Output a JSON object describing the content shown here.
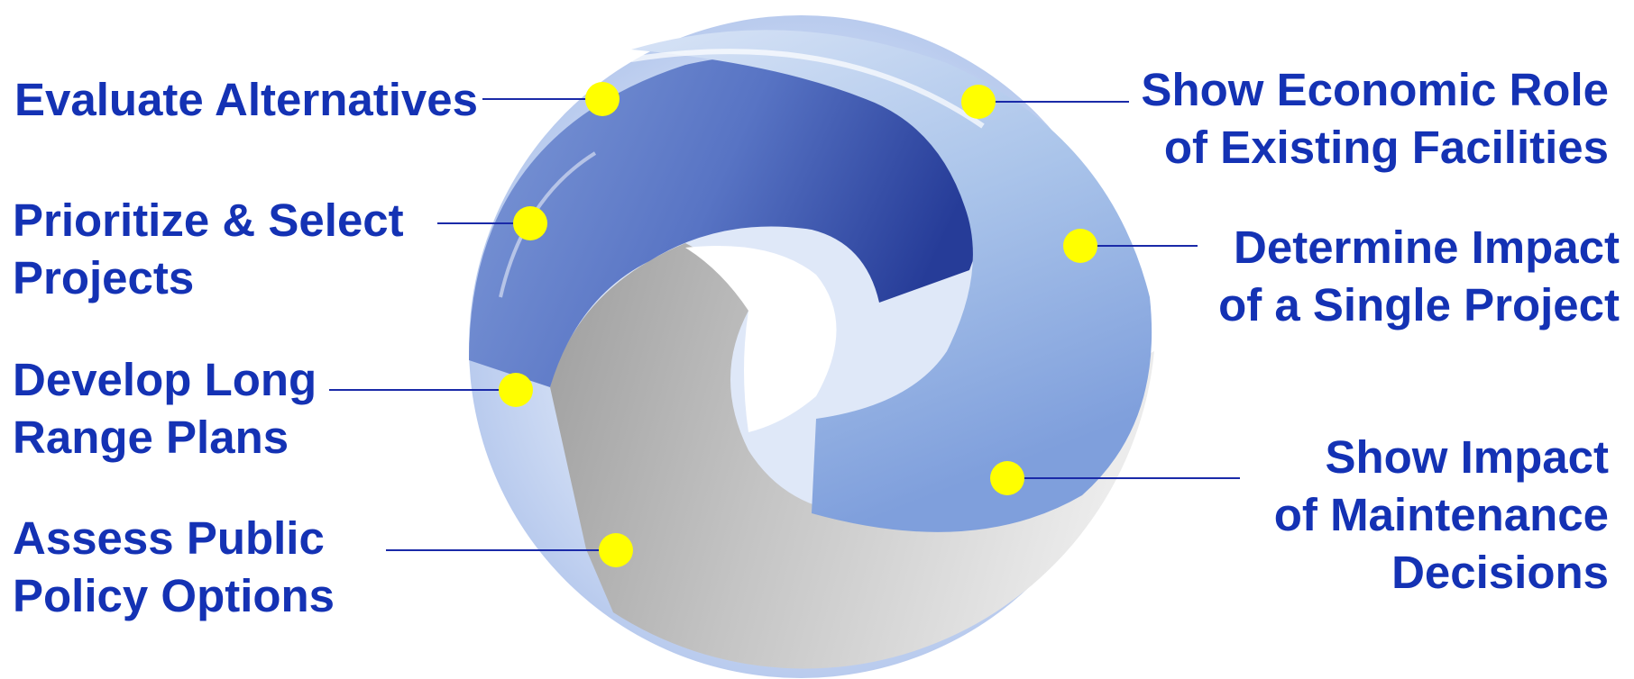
{
  "colors": {
    "label_text": "#1432b4",
    "connector_line": "#1a2aa8",
    "marker_dot": "#ffff00",
    "ring_blue_dark": "#2b3f9a",
    "ring_blue_light": "#a9c3ea",
    "ring_gray": "#bdbdbd"
  },
  "labels": {
    "evaluate": {
      "lines": [
        "Evaluate Alternatives"
      ]
    },
    "prioritize": {
      "lines": [
        "Prioritize & Select",
        "Projects"
      ]
    },
    "develop": {
      "lines": [
        "Develop Long",
        "Range Plans"
      ]
    },
    "assess": {
      "lines": [
        "Assess Public",
        "Policy Options"
      ]
    },
    "economic": {
      "lines": [
        "Show Economic Role",
        "of Existing Facilities"
      ]
    },
    "determine": {
      "lines": [
        "Determine Impact",
        "of a Single Project"
      ]
    },
    "maintenance": {
      "lines": [
        "Show Impact",
        "of Maintenance",
        "Decisions"
      ]
    }
  }
}
